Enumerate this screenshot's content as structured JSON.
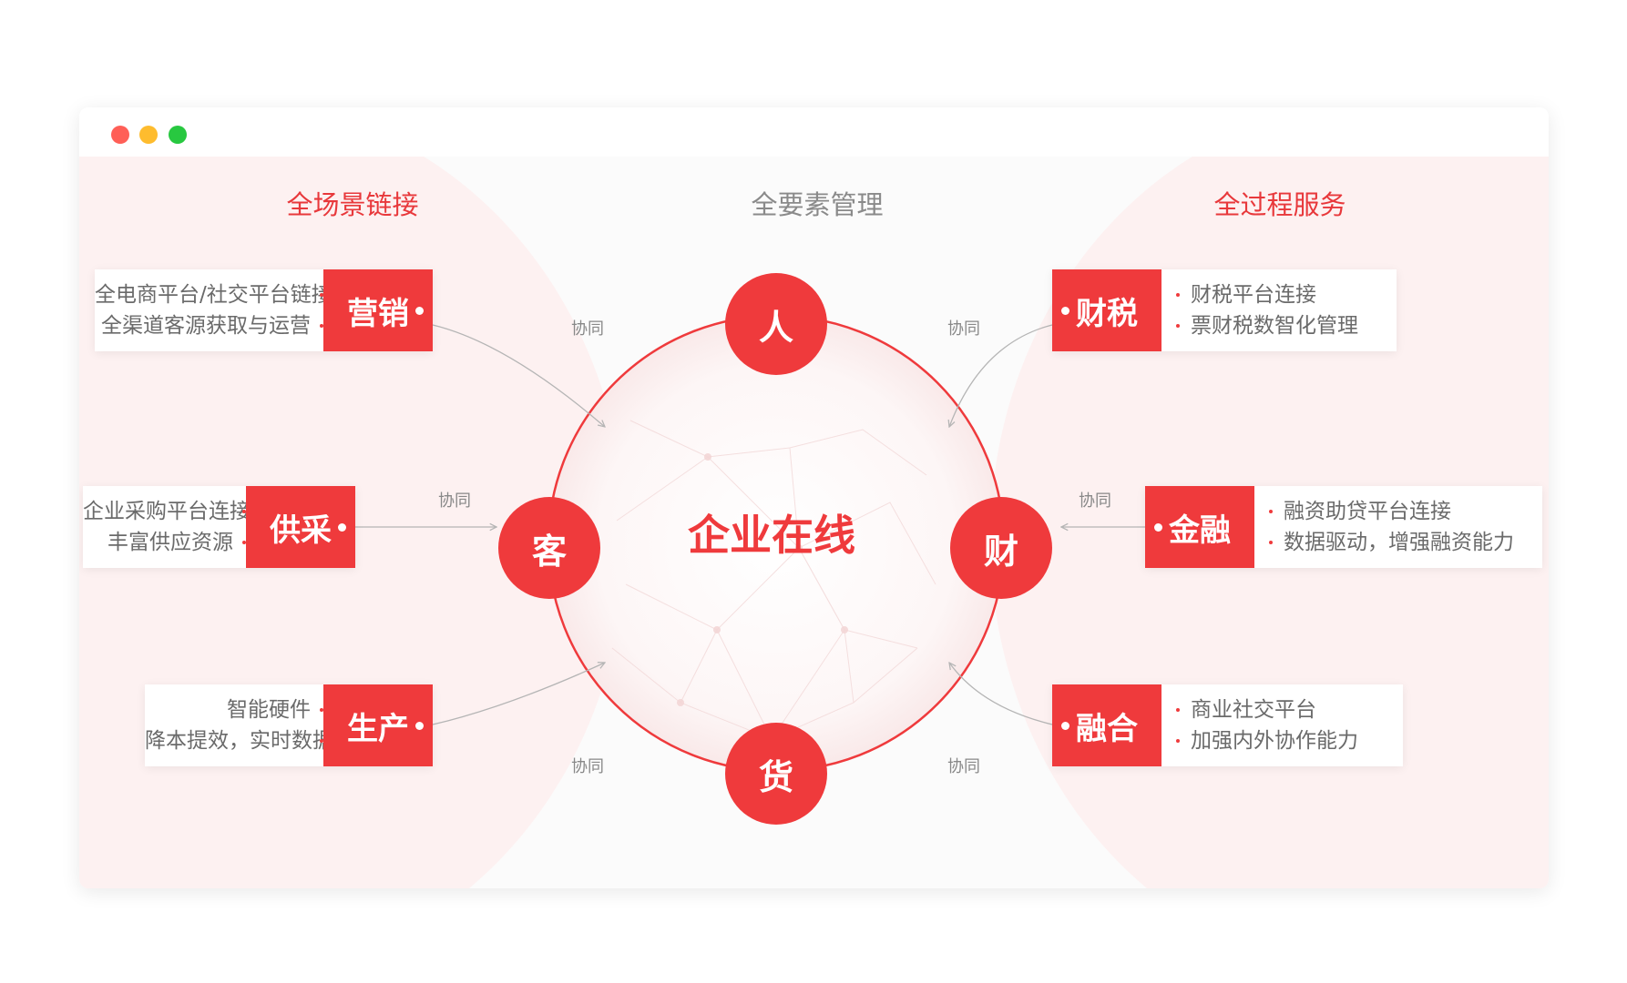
{
  "window": {
    "controls": [
      {
        "name": "close",
        "color": "#ff5f57"
      },
      {
        "name": "minimize",
        "color": "#febc2e"
      },
      {
        "name": "maximize",
        "color": "#28c840"
      }
    ]
  },
  "headings": {
    "left": "全场景链接",
    "center": "全要素管理",
    "right": "全过程服务"
  },
  "center": {
    "title": "企业在线",
    "nodes": {
      "top": "人",
      "left": "客",
      "right": "财",
      "bottom": "货"
    }
  },
  "connector_label": "协同",
  "cards": {
    "marketing": {
      "label": "营销",
      "lines": [
        "全电商平台/社交平台链接",
        "全渠道客源获取与运营"
      ]
    },
    "supply": {
      "label": "供采",
      "lines": [
        "企业采购平台连接",
        "丰富供应资源"
      ]
    },
    "production": {
      "label": "生产",
      "lines": [
        "智能硬件",
        "降本提效，实时数据"
      ]
    },
    "finance_tax": {
      "label": "财税",
      "lines": [
        "财税平台连接",
        "票财税数智化管理"
      ]
    },
    "fintech": {
      "label": "金融",
      "lines": [
        "融资助贷平台连接",
        "数据驱动，增强融资能力"
      ]
    },
    "integration": {
      "label": "融合",
      "lines": [
        "商业社交平台",
        "加强内外协作能力"
      ]
    }
  },
  "colors": {
    "accent": "#ef3a3c",
    "heading_accent": "#e8383b",
    "heading_neutral": "#8a8a8a",
    "body_text": "#6a6a6a",
    "blob": "#fdf1f1"
  }
}
